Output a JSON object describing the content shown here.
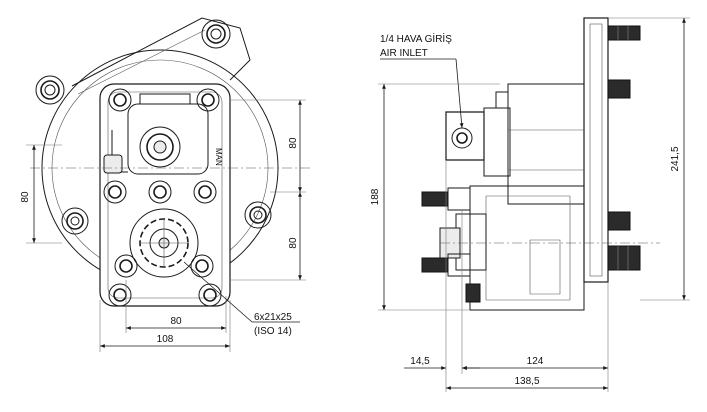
{
  "front_view": {
    "dim_width_80": "80",
    "dim_width_108": "108",
    "dim_height_80_left": "80",
    "dim_height_80_right_top": "80",
    "dim_height_80_right_bottom": "80",
    "spline_label_line1": "6x21x25",
    "spline_label_line2": "(ISO 14)",
    "part_mark": "MAN"
  },
  "side_view": {
    "air_inlet_tr": "1/4 HAVA GİRİŞ",
    "air_inlet_en": "AIR INLET",
    "dim_188": "188",
    "dim_241_5": "241,5",
    "dim_14_5": "14,5",
    "dim_124": "124",
    "dim_138_5": "138,5"
  }
}
